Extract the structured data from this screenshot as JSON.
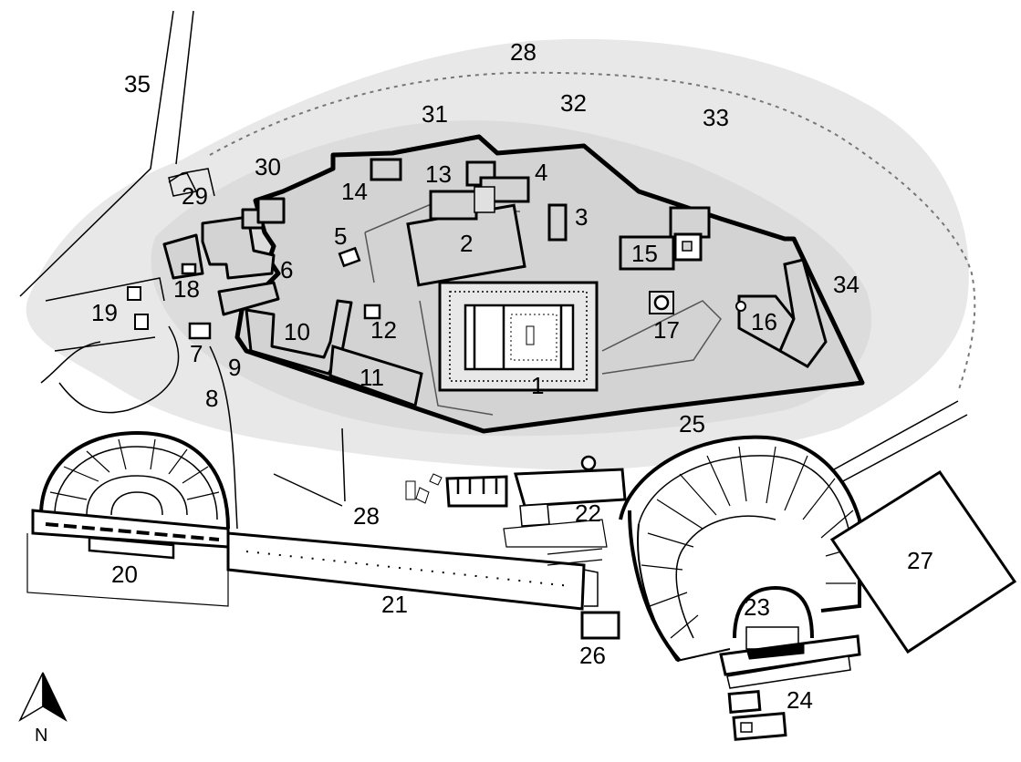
{
  "map": {
    "labels": {
      "l1": "1",
      "l2": "2",
      "l3": "3",
      "l4": "4",
      "l5": "5",
      "l6": "6",
      "l7": "7",
      "l8": "8",
      "l9": "9",
      "l10": "10",
      "l11": "11",
      "l12": "12",
      "l13": "13",
      "l14": "14",
      "l15": "15",
      "l16": "16",
      "l17": "17",
      "l18": "18",
      "l19": "19",
      "l20": "20",
      "l21": "21",
      "l22": "22",
      "l23": "23",
      "l24": "24",
      "l25": "25",
      "l26": "26",
      "l27": "27",
      "l28a": "28",
      "l28b": "28",
      "l29": "29",
      "l30": "30",
      "l31": "31",
      "l32": "32",
      "l33": "33",
      "l34": "34",
      "l35": "35"
    },
    "compass": {
      "north": "N"
    },
    "colors": {
      "hill": "#e6e6e6",
      "plateau": "#d3d3d3",
      "lines": "#000000",
      "path": "#666666"
    }
  }
}
